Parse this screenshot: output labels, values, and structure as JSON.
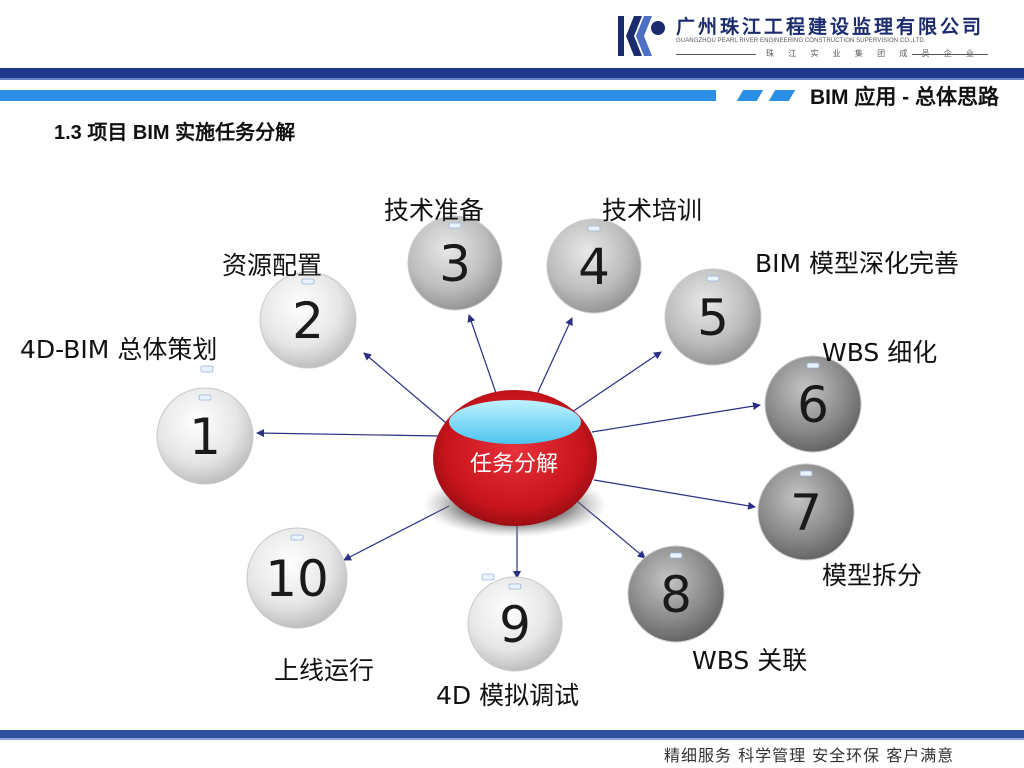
{
  "header": {
    "company_cn": "广州珠江工程建设监理有限公司",
    "company_en": "GUANGZHOU PEARL RIVER ENGINEERING CONSTRUCTION SUPERVISION CO.,LTD.",
    "company_tagline": "珠 江 实 业 集 团 成 员 企 业"
  },
  "section_title": "1.3  项目 BIM 实施任务分解",
  "topic_title": "BIM 应用 - 总体思路",
  "diagram": {
    "center": "任务分解",
    "nodes": [
      {
        "number": "1",
        "label": "4D-BIM 总体策划"
      },
      {
        "number": "2",
        "label": "资源配置"
      },
      {
        "number": "3",
        "label": "技术准备"
      },
      {
        "number": "4",
        "label": "技术培训"
      },
      {
        "number": "5",
        "label": "BIM 模型深化完善"
      },
      {
        "number": "6",
        "label": "WBS 细化"
      },
      {
        "number": "7",
        "label": "模型拆分"
      },
      {
        "number": "8",
        "label": "WBS 关联"
      },
      {
        "number": "9",
        "label": "4D 模拟调试"
      },
      {
        "number": "10",
        "label": "上线运行"
      }
    ]
  },
  "footer": {
    "slogan": "精细服务  科学管理  安全环保  客户满意"
  },
  "colors": {
    "brand_navy": "#1e3a8e",
    "accent_blue": "#2b8fe6",
    "hub_red": "#c8141c",
    "arrow": "#2a2f86"
  }
}
